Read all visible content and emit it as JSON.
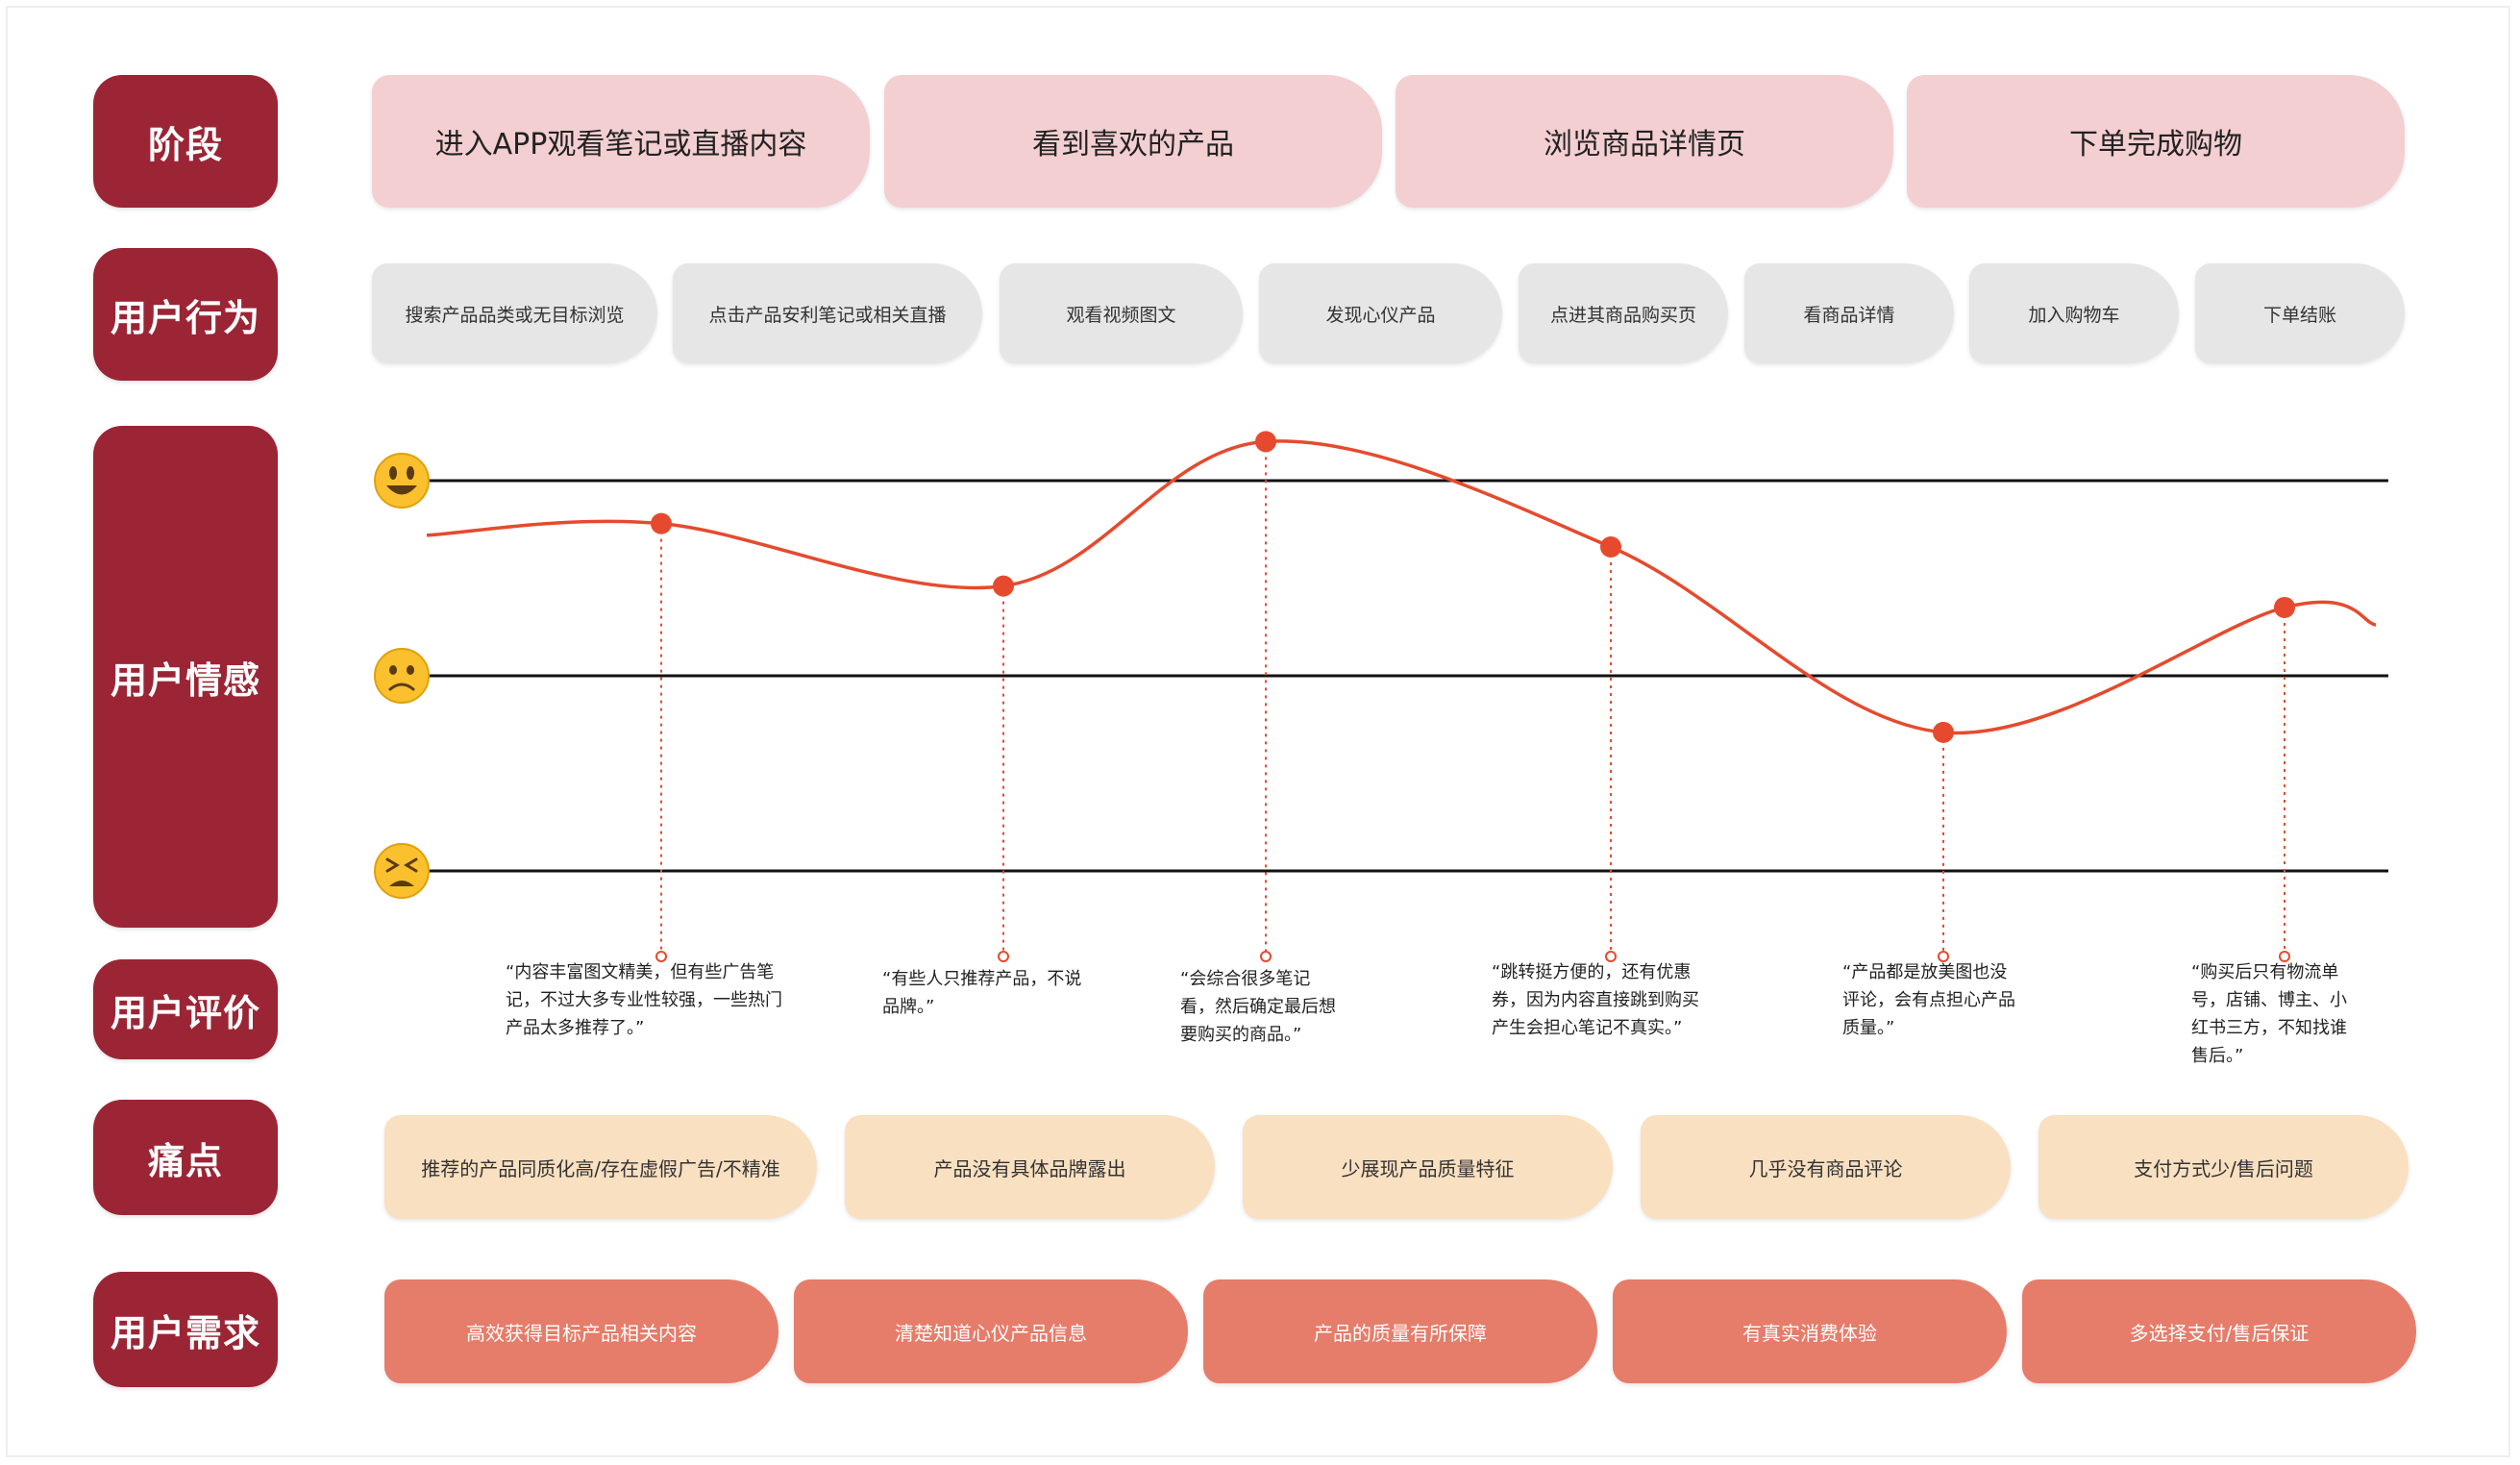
{
  "rows": {
    "stage": "阶段",
    "behavior": "用户行为",
    "emotion": "用户情感",
    "review": "用户评价",
    "pain": "痛点",
    "need": "用户需求"
  },
  "stages": [
    "进入APP观看笔记或直播内容",
    "看到喜欢的产品",
    "浏览商品详情页",
    "下单完成购物"
  ],
  "behaviors": [
    "搜索产品品类或无目标浏览",
    "点击产品安利笔记或相关直播",
    "观看视频图文",
    "发现心仪产品",
    "点进其商品购买页",
    "看商品详情",
    "加入购物车",
    "下单结账"
  ],
  "reviews": [
    "“内容丰富图文精美，但有些广告笔\n记，不过大多专业性较强，一些热门\n产品太多推荐了。”",
    "“有些人只推荐产品，不说\n品牌。”",
    "“会综合很多笔记\n看，然后确定最后想\n要购买的商品。”",
    "“跳转挺方便的，还有优惠\n券，因为内容直接跳到购买\n产生会担心笔记不真实。”",
    "“产品都是放美图也没\n评论，会有点担心产品\n质量。”",
    "“购买后只有物流单\n号，店铺、博主、小\n红书三方，不知找谁\n售后。”"
  ],
  "pains": [
    "推荐的产品同质化高/存在虚假广告/不精准",
    "产品没有具体品牌露出",
    "少展现产品质量特征",
    "几乎没有商品评论",
    "支付方式少/售后问题"
  ],
  "needs": [
    "高效获得目标产品相关内容",
    "清楚知道心仪产品信息",
    "产品的质量有所保障",
    "有真实消费体验",
    "多选择支付/售后保证"
  ],
  "emotion_icons": [
    "happy-face-icon",
    "sad-face-icon",
    "distressed-face-icon"
  ],
  "emotion_scale": {
    "min": 0,
    "max": 2,
    "levels": [
      "distressed",
      "sad",
      "happy"
    ]
  },
  "emotion_points": [
    1.78,
    1.46,
    2.2,
    1.66,
    0.71,
    1.35
  ],
  "curve_ends": [
    1.72,
    1.26
  ],
  "colors": {
    "label_bg": "#9b2535",
    "stage_bg": "#f3cfd1",
    "behavior_bg": "#e6e6e6",
    "pain_bg": "#f9e0c1",
    "need_bg": "#e67c6a",
    "curve": "#e64a2e"
  }
}
